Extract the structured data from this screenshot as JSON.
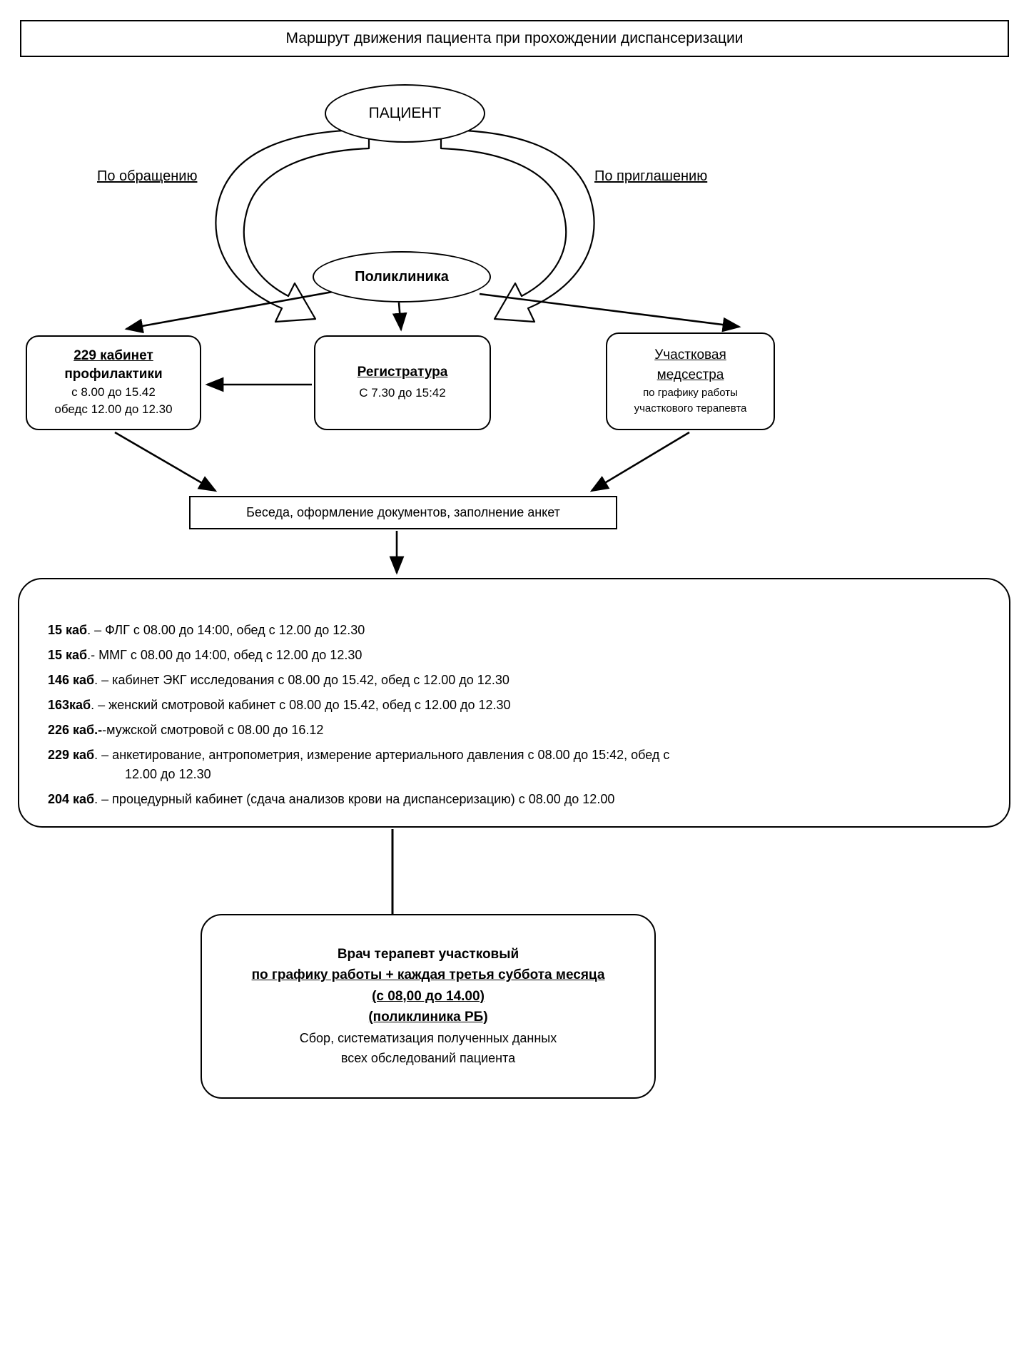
{
  "title": "Маршрут движения пациента при прохождении диспансеризации",
  "nodes": {
    "patient": "ПАЦИЕНТ",
    "clinic": "Поликлиника",
    "label_left": "По обращению",
    "label_right": "По приглашению",
    "talk": "Беседа, оформление документов, заполнение анкет"
  },
  "room229": {
    "title": "229 кабинет",
    "subtitle": "профилактики",
    "hours": "с 8.00 до 15.42",
    "lunch": "обедс 12.00 до 12.30"
  },
  "registry": {
    "title": "Регистратура",
    "hours": "С 7.30 до 15:42"
  },
  "nurse": {
    "title_line1": "Участковая",
    "title_line2": "медсестра",
    "note_line1": "по графику работы",
    "note_line2": "участкового терапевта"
  },
  "cabinets": [
    {
      "room": "15 каб",
      "text": ". – ФЛГ с 08.00 до 14:00, обед с 12.00 до 12.30"
    },
    {
      "room": "15 каб",
      "text": ".- ММГ с 08.00 до 14:00, обед с 12.00 до 12.30"
    },
    {
      "room": "146 каб",
      "text": ". – кабинет ЭКГ исследования с 08.00 до 15.42, обед с 12.00 до 12.30"
    },
    {
      "room": "163каб",
      "text": ". – женский смотровой кабинет с 08.00 до 15.42, обед с 12.00 до 12.30"
    },
    {
      "room": "226 каб.-",
      "text": "-мужской смотровой с 08.00 до 16.12"
    },
    {
      "room": "229 каб",
      "text": ". – анкетирование, антропометрия, измерение артериального давления с 08.00 до 15:42, обед с"
    },
    {
      "room": "",
      "text": "12.00 до 12.30",
      "continuation": true
    },
    {
      "room": "204 каб",
      "text": ". – процедурный кабинет (сдача анализов крови на диспансеризацию) с 08.00 до 12.00"
    }
  ],
  "doctor": {
    "line1": "Врач терапевт участковый",
    "line2": "по графику работы + каждая третья  суббота месяца",
    "line3": " (с 08,00 до 14.00)",
    "line4": "(поликлиника РБ)",
    "line5": "Сбор, систематизация полученных данных",
    "line6": "всех обследований пациента"
  },
  "colors": {
    "stroke": "#000000",
    "background": "#ffffff"
  }
}
